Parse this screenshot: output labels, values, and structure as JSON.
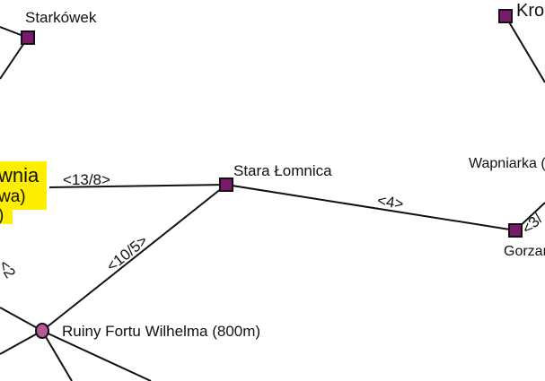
{
  "colors": {
    "background": "#ffffff",
    "line": "#111111",
    "node_square": "#7a1a6b",
    "node_circle": "#b8589c",
    "highlight": "#ffee00"
  },
  "places": {
    "starkowek": "Starkówek",
    "kro": "Kro",
    "stara_lomnica": "Stara Łomnica",
    "wapniarka": "Wapniarka (",
    "gorzan": "Gorzan",
    "ruiny": "Ruiny Fortu Wilhelma (800m)",
    "highlight_line1": "wnia",
    "highlight_line2": "wa)",
    "highlight_line3": ")"
  },
  "routes": {
    "r1": "<13/8>",
    "r2": "<4>",
    "r3": "<10/5>",
    "r4": "<3/",
    "r5": "<2"
  }
}
